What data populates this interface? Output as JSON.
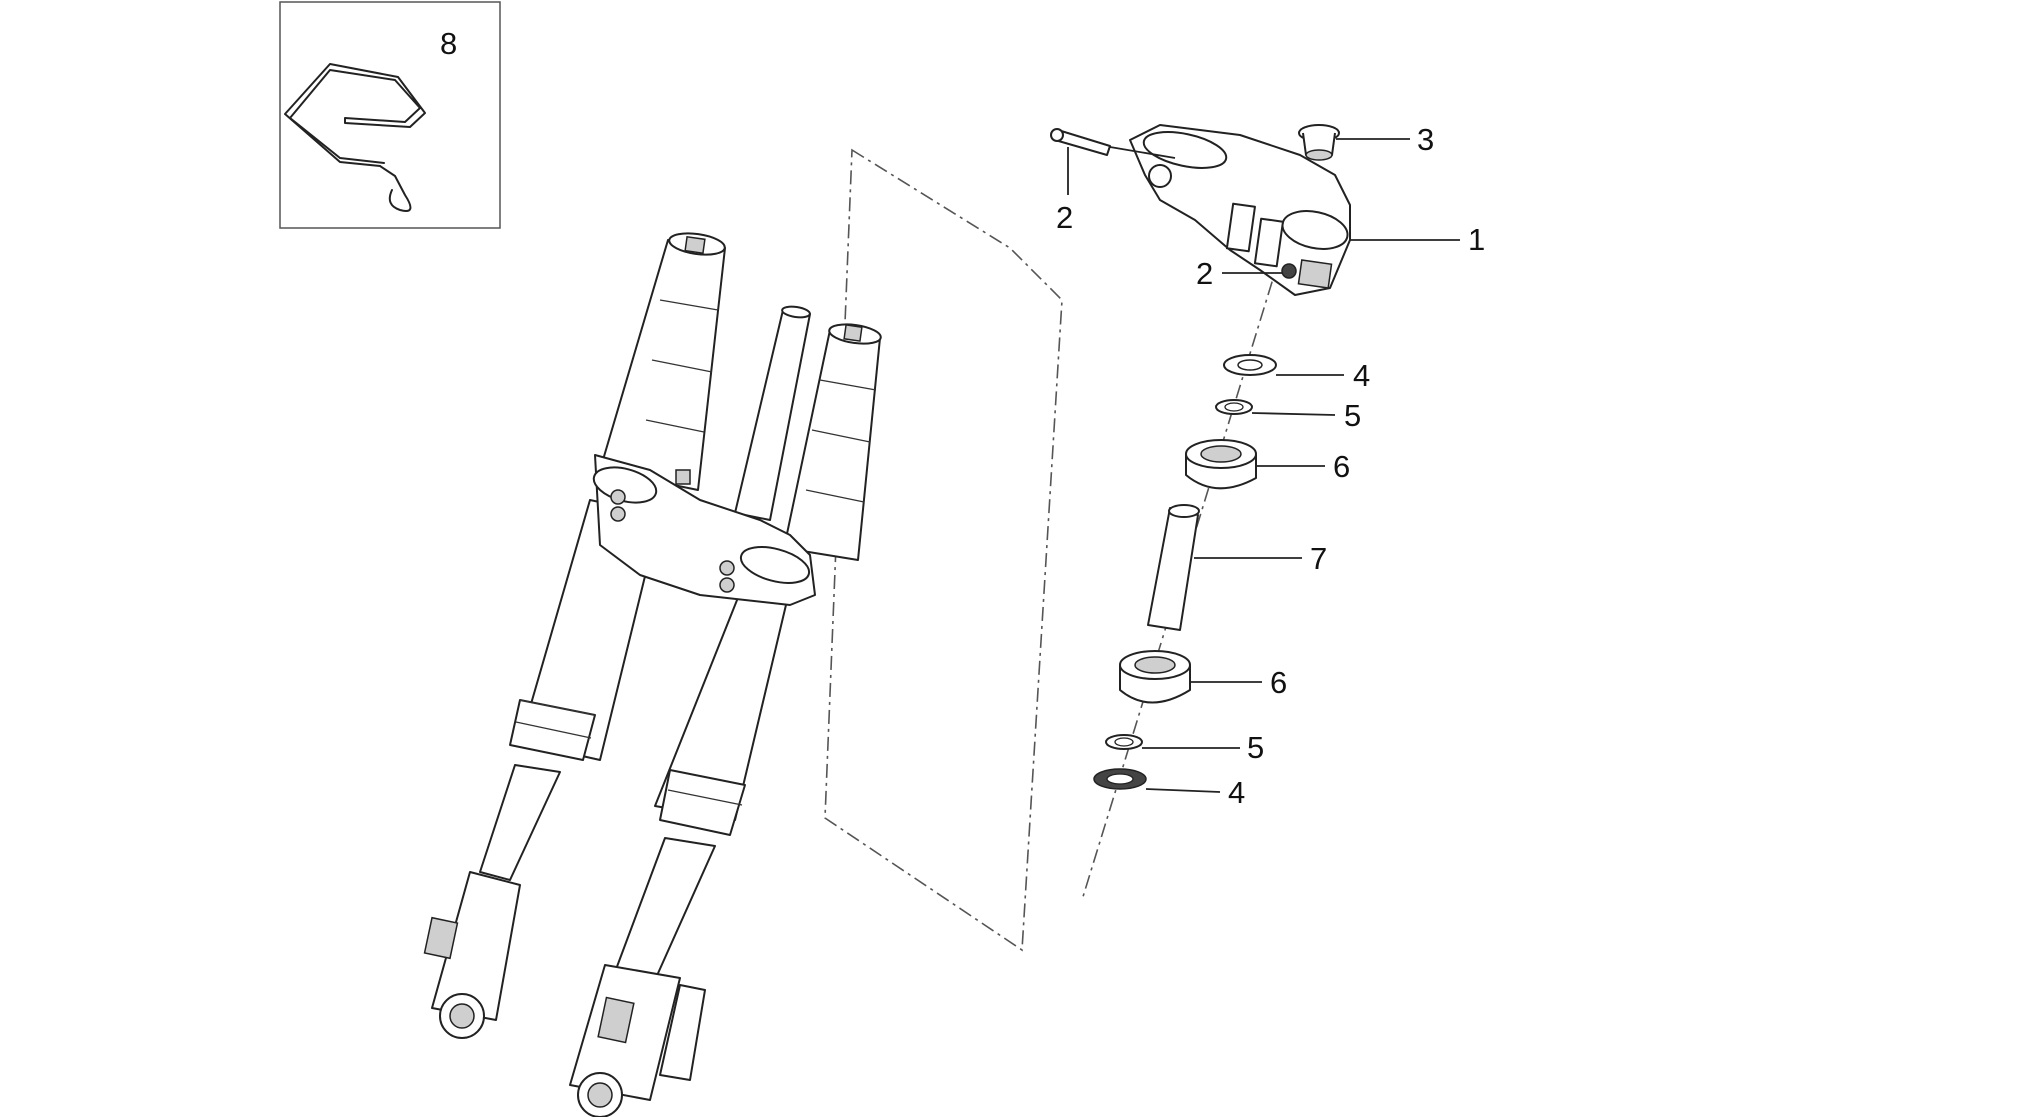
{
  "diagram": {
    "callouts": [
      {
        "id": "c8",
        "label": "8"
      },
      {
        "id": "c3",
        "label": "3"
      },
      {
        "id": "c2a",
        "label": "2"
      },
      {
        "id": "c1",
        "label": "1"
      },
      {
        "id": "c2b",
        "label": "2"
      },
      {
        "id": "c4a",
        "label": "4"
      },
      {
        "id": "c5a",
        "label": "5"
      },
      {
        "id": "c6a",
        "label": "6"
      },
      {
        "id": "c7",
        "label": "7"
      },
      {
        "id": "c6b",
        "label": "6"
      },
      {
        "id": "c5b",
        "label": "5"
      },
      {
        "id": "c4b",
        "label": "4"
      }
    ]
  }
}
